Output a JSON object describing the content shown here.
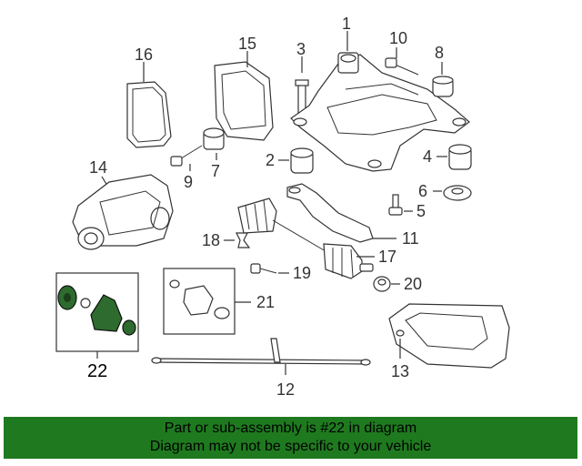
{
  "callouts": {
    "c1": "1",
    "c2": "2",
    "c3": "3",
    "c4": "4",
    "c5": "5",
    "c6": "6",
    "c7": "7",
    "c8": "8",
    "c9": "9",
    "c10": "10",
    "c11": "11",
    "c12": "12",
    "c13": "13",
    "c14": "14",
    "c15": "15",
    "c16": "16",
    "c17": "17",
    "c18": "18",
    "c19": "19",
    "c20": "20",
    "c21": "21",
    "c22": "22"
  },
  "banner": {
    "line1": "Part or sub-assembly is #22 in diagram",
    "line2": "Diagram may not be specific to your vehicle",
    "color": "#1f7a1f"
  },
  "highlight_color": "#2e6b2e"
}
